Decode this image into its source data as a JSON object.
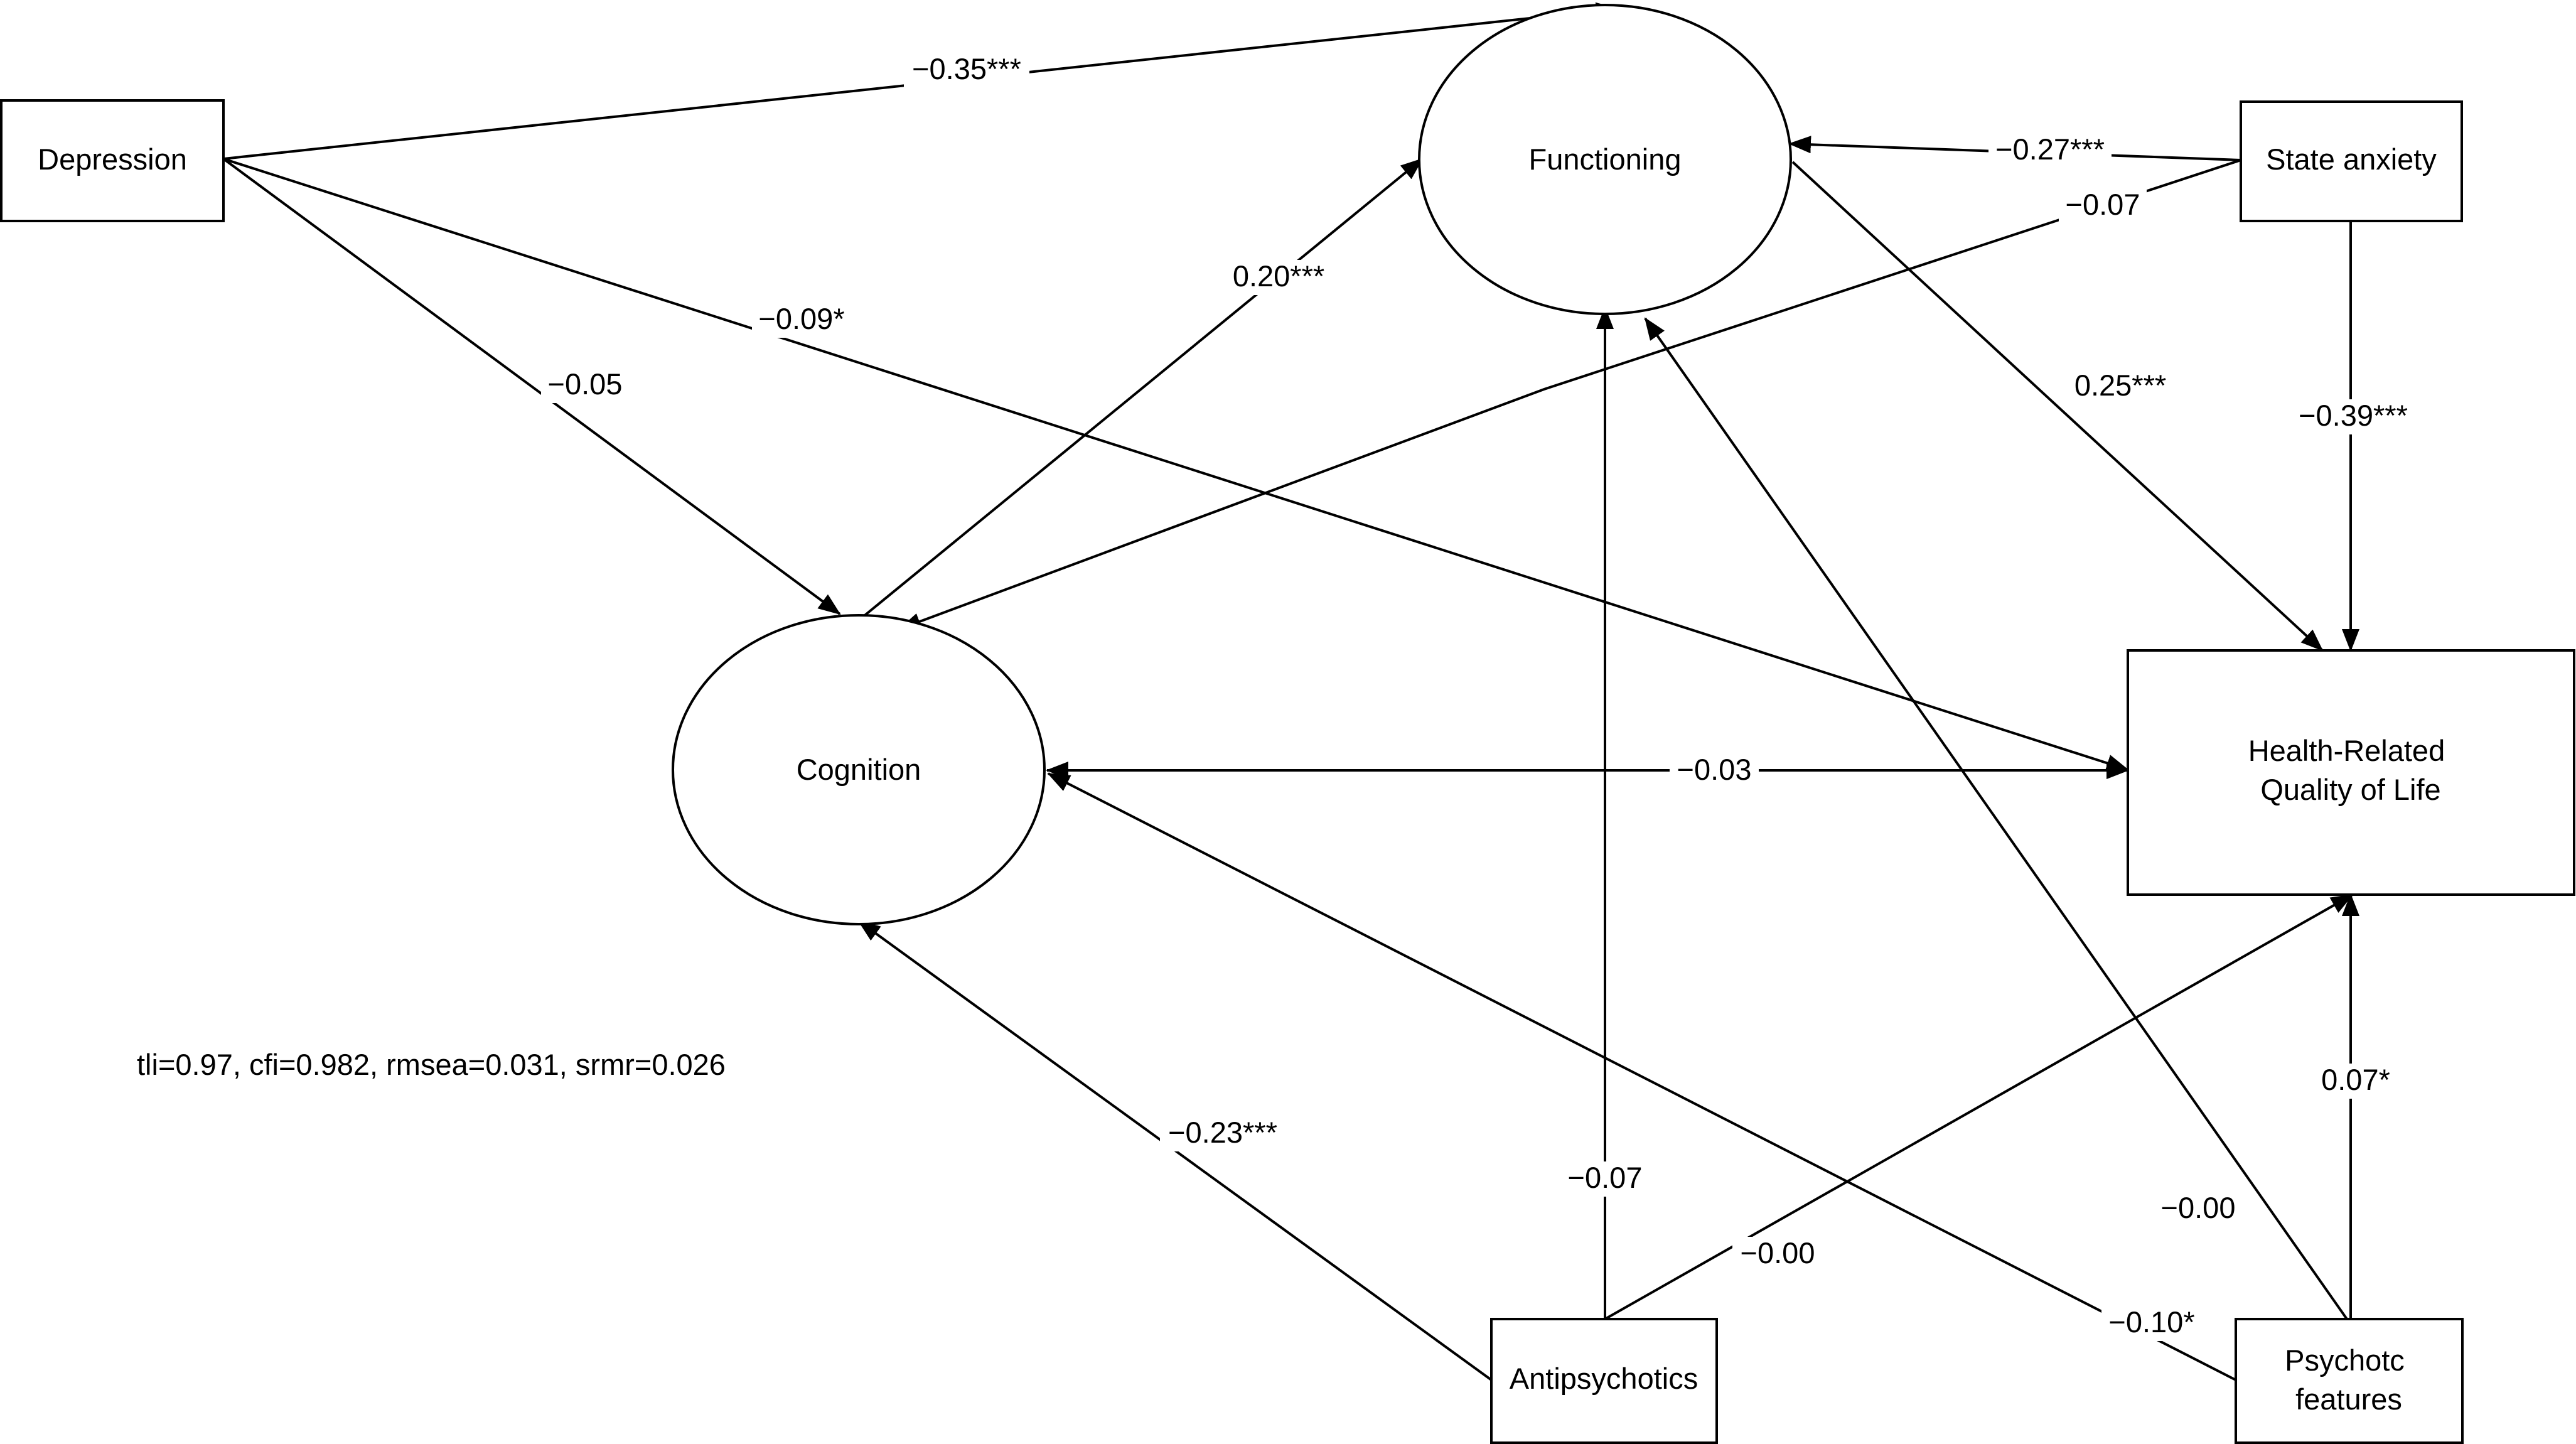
{
  "nodes": {
    "depression": {
      "label": "Depression",
      "shape": "rect"
    },
    "state_anxiety": {
      "label": "State anxiety",
      "shape": "rect"
    },
    "functioning": {
      "label": "Functioning",
      "shape": "ellipse"
    },
    "cognition": {
      "label": "Cognition",
      "shape": "ellipse"
    },
    "hrqol": {
      "label": "Health-Related Quality of Life",
      "lines": [
        "Health-Related",
        "Quality of Life"
      ],
      "shape": "rect"
    },
    "antipsychotics": {
      "label": "Antipsychotics",
      "shape": "rect"
    },
    "psychotic_features": {
      "label": "Psychotc features",
      "lines": [
        "Psychotc",
        "features"
      ],
      "shape": "rect"
    }
  },
  "edges": [
    {
      "from": "depression",
      "to": "functioning",
      "coef": "−0.35***"
    },
    {
      "from": "depression",
      "to": "cognition",
      "coef": "−0.05"
    },
    {
      "from": "depression",
      "to": "hrqol",
      "coef": "−0.09*"
    },
    {
      "from": "state_anxiety",
      "to": "functioning",
      "coef": "−0.27***"
    },
    {
      "from": "state_anxiety",
      "to": "cognition",
      "coef": "−0.07"
    },
    {
      "from": "state_anxiety",
      "to": "hrqol",
      "coef": "−0.39***"
    },
    {
      "from": "cognition",
      "to": "functioning",
      "coef": "0.20***"
    },
    {
      "from": "functioning",
      "to": "hrqol",
      "coef": "0.25***"
    },
    {
      "from": "cognition",
      "to": "hrqol",
      "coef": "−0.03"
    },
    {
      "from": "antipsychotics",
      "to": "functioning",
      "coef": "−0.07"
    },
    {
      "from": "antipsychotics",
      "to": "cognition",
      "coef": "−0.23***"
    },
    {
      "from": "antipsychotics",
      "to": "hrqol",
      "coef": "−0.00"
    },
    {
      "from": "psychotic_features",
      "to": "functioning",
      "coef": "−0.00"
    },
    {
      "from": "psychotic_features",
      "to": "cognition",
      "coef": "−0.10*"
    },
    {
      "from": "psychotic_features",
      "to": "hrqol",
      "coef": "0.07*"
    }
  ],
  "fit_indices": "tli=0.97, cfi=0.982, rmsea=0.031, srmr=0.026"
}
